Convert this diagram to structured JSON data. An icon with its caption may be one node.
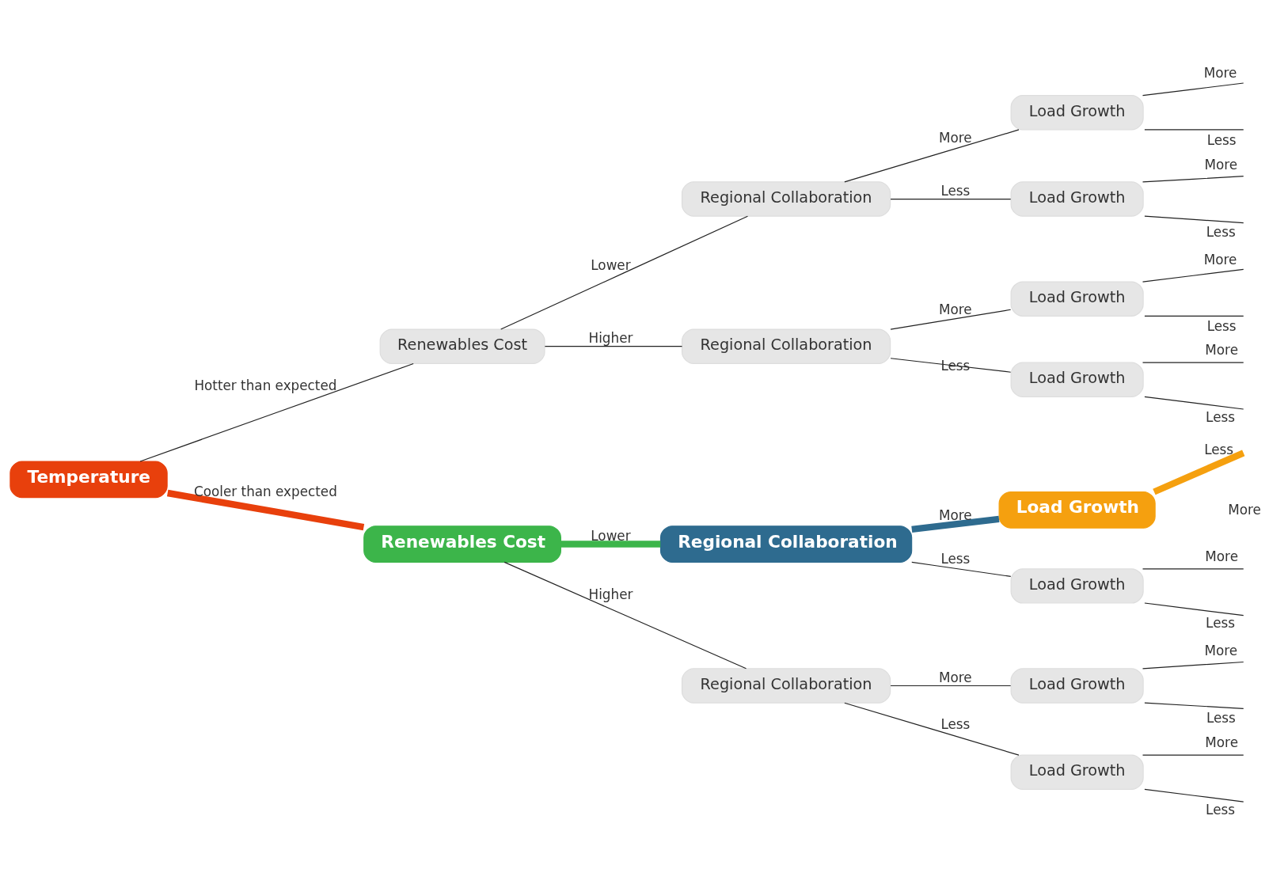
{
  "diagram": {
    "nodes": [
      {
        "text": [
          "Temperature"
        ]
      },
      {
        "text": [
          "Renewables Cost"
        ]
      },
      {
        "text": [
          "Renewables Cost"
        ]
      },
      {
        "text": [
          "Regional Collaboration"
        ]
      },
      {
        "text": [
          "Regional Collaboration"
        ]
      },
      {
        "text": [
          "Regional Collaboration"
        ]
      },
      {
        "text": [
          "Regional Collaboration"
        ]
      },
      {
        "text": [
          "Load Growth"
        ]
      },
      {
        "text": [
          "Load Growth"
        ]
      },
      {
        "text": [
          "Load Growth"
        ]
      },
      {
        "text": [
          "Load Growth"
        ]
      },
      {
        "text": [
          "Load Growth"
        ]
      },
      {
        "text": [
          "Load Growth"
        ]
      },
      {
        "text": [
          "Load Growth"
        ]
      },
      {
        "text": [
          "Load Growth"
        ]
      }
    ],
    "edges": [
      {
        "from": 0,
        "to": 1,
        "arrow": "none",
        "label": "Hotter than expected"
      },
      {
        "from": 0,
        "to": 2,
        "arrow": "none",
        "label": "Cooler than expected",
        "style": "thick",
        "color": "#e8400c"
      },
      {
        "from": 1,
        "to": 3,
        "arrow": "none",
        "label": "Lower"
      },
      {
        "from": 1,
        "to": 4,
        "arrow": "none",
        "label": "Higher"
      },
      {
        "from": 2,
        "to": 5,
        "arrow": "none",
        "label": "Lower",
        "style": "thick",
        "color": "#3cb54a"
      },
      {
        "from": 2,
        "to": 6,
        "arrow": "none",
        "label": "Higher"
      },
      {
        "from": 3,
        "to": 7,
        "arrow": "none",
        "label": "More"
      },
      {
        "from": 3,
        "to": 8,
        "arrow": "none",
        "label": "Less"
      },
      {
        "from": 4,
        "to": 9,
        "arrow": "none",
        "label": "More"
      },
      {
        "from": 4,
        "to": 10,
        "arrow": "none",
        "label": "Less"
      },
      {
        "from": 5,
        "to": 11,
        "arrow": "none",
        "label": "More",
        "style": "thick",
        "color": "#2e6b8f"
      },
      {
        "from": 5,
        "to": 12,
        "arrow": "none",
        "label": "Less"
      },
      {
        "from": 6,
        "to": 13,
        "arrow": "none",
        "label": "More"
      },
      {
        "from": 6,
        "to": 14,
        "arrow": "none",
        "label": "Less"
      },
      {
        "from": 7,
        "to": null,
        "arrow": "none",
        "label": "More"
      },
      {
        "from": 7,
        "to": null,
        "arrow": "none",
        "label": "Less"
      },
      {
        "from": 8,
        "to": null,
        "arrow": "none",
        "label": "More"
      },
      {
        "from": 8,
        "to": null,
        "arrow": "none",
        "label": "Less"
      },
      {
        "from": 9,
        "to": null,
        "arrow": "none",
        "label": "More"
      },
      {
        "from": 9,
        "to": null,
        "arrow": "none",
        "label": "Less"
      },
      {
        "from": 10,
        "to": null,
        "arrow": "none",
        "label": "More"
      },
      {
        "from": 10,
        "to": null,
        "arrow": "none",
        "label": "Less"
      },
      {
        "from": 11,
        "to": null,
        "arrow": "none",
        "label": "Less",
        "style": "thick",
        "color": "#f5a00f"
      },
      {
        "from": 12,
        "to": null,
        "arrow": "none",
        "label": "More"
      },
      {
        "from": 12,
        "to": null,
        "arrow": "none",
        "label": "Less"
      },
      {
        "from": 13,
        "to": null,
        "arrow": "none",
        "label": "More"
      },
      {
        "from": 13,
        "to": null,
        "arrow": "none",
        "label": "Less"
      },
      {
        "from": 14,
        "to": null,
        "arrow": "none",
        "label": "More"
      },
      {
        "from": 14,
        "to": null,
        "arrow": "none",
        "label": "Less"
      }
    ],
    "labels": [
      "More"
    ]
  }
}
